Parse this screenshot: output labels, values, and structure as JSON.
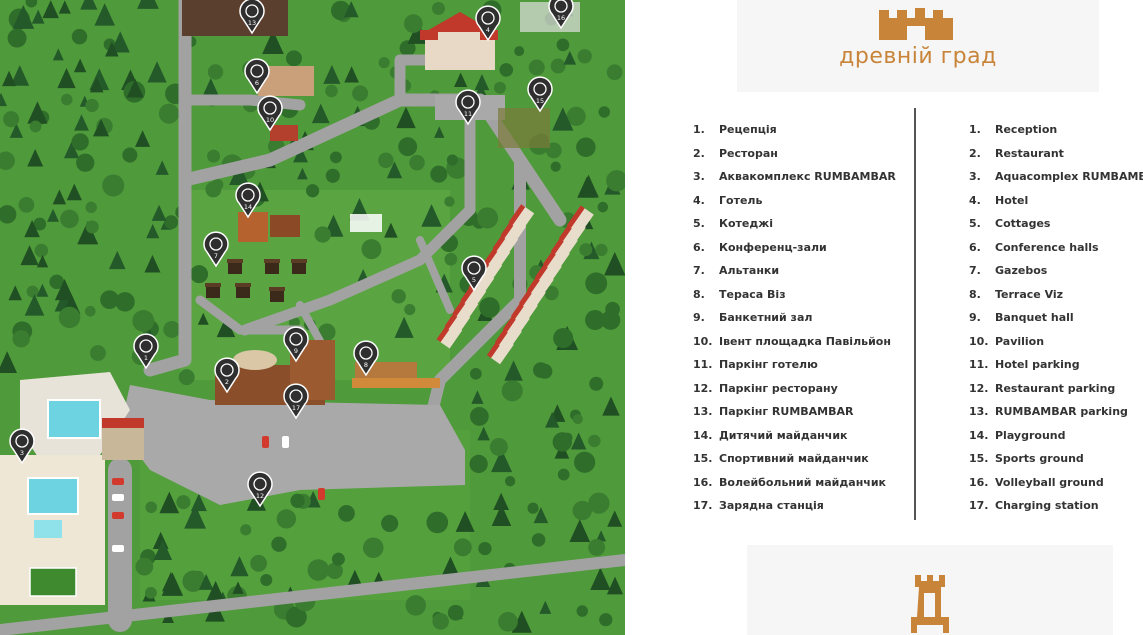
{
  "brand": {
    "name": "древній град",
    "color": "#c8853a",
    "logo_icon": "castle-wall-icon",
    "bottom_icon": "d-letter-tower-icon"
  },
  "legend_ua": [
    {
      "num": "1.",
      "label": "Рецепція"
    },
    {
      "num": "2.",
      "label": "Ресторан"
    },
    {
      "num": "3.",
      "label": "Аквакомплекс RUMBAMBAR"
    },
    {
      "num": "4.",
      "label": "Готель"
    },
    {
      "num": "5.",
      "label": "Котеджі"
    },
    {
      "num": "6.",
      "label": "Конференц-зали"
    },
    {
      "num": "7.",
      "label": "Альтанки"
    },
    {
      "num": "8.",
      "label": "Тераса Віз"
    },
    {
      "num": "9.",
      "label": "Банкетний зал"
    },
    {
      "num": "10.",
      "label": "Івент площадка Павільйон"
    },
    {
      "num": "11.",
      "label": "Паркінг готелю"
    },
    {
      "num": "12.",
      "label": "Паркінг ресторану"
    },
    {
      "num": "13.",
      "label": "Паркінг RUMBAMBAR"
    },
    {
      "num": "14.",
      "label": "Дитячий майданчик"
    },
    {
      "num": "15.",
      "label": "Спортивний майданчик"
    },
    {
      "num": "16.",
      "label": "Волейбольний майданчик"
    },
    {
      "num": "17.",
      "label": "Зарядна станція"
    }
  ],
  "legend_en": [
    {
      "num": "1.",
      "label": "Reception"
    },
    {
      "num": "2.",
      "label": "Restaurant"
    },
    {
      "num": "3.",
      "label": "Aquacomplex RUMBAMBAR"
    },
    {
      "num": "4.",
      "label": "Hotel"
    },
    {
      "num": "5.",
      "label": "Cottages"
    },
    {
      "num": "6.",
      "label": "Conference halls"
    },
    {
      "num": "7.",
      "label": "Gazebos"
    },
    {
      "num": "8.",
      "label": "Terrace Viz"
    },
    {
      "num": "9.",
      "label": "Banquet hall"
    },
    {
      "num": "10.",
      "label": "Pavilion"
    },
    {
      "num": "11.",
      "label": "Hotel parking"
    },
    {
      "num": "12.",
      "label": "Restaurant parking"
    },
    {
      "num": "13.",
      "label": "RUMBAMBAR parking"
    },
    {
      "num": "14.",
      "label": "Playground"
    },
    {
      "num": "15.",
      "label": "Sports ground"
    },
    {
      "num": "16.",
      "label": "Volleyball ground"
    },
    {
      "num": "17.",
      "label": "Charging station"
    }
  ],
  "map": {
    "markers": [
      {
        "num": "1",
        "icon": "reception-bell-icon"
      },
      {
        "num": "2",
        "icon": "restaurant-cutlery-icon"
      },
      {
        "num": "3",
        "icon": "pool-ladder-icon"
      },
      {
        "num": "4",
        "icon": "hotel-building-icon"
      },
      {
        "num": "5",
        "icon": "cottage-house-icon"
      },
      {
        "num": "6",
        "icon": "conference-screen-icon"
      },
      {
        "num": "7",
        "icon": "gazebo-icon"
      },
      {
        "num": "8",
        "icon": "terrace-cart-icon"
      },
      {
        "num": "9",
        "icon": "banquet-cloche-icon"
      },
      {
        "num": "10",
        "icon": "pavilion-tent-icon"
      },
      {
        "num": "11",
        "icon": "parking-icon"
      },
      {
        "num": "12",
        "icon": "parking-icon"
      },
      {
        "num": "13",
        "icon": "parking-icon"
      },
      {
        "num": "14",
        "icon": "playground-icon"
      },
      {
        "num": "15",
        "icon": "sports-icon"
      },
      {
        "num": "16",
        "icon": "volleyball-icon"
      },
      {
        "num": "17",
        "icon": "charging-battery-icon"
      }
    ],
    "colors": {
      "grass": "#4f9a3a",
      "road": "#9a9a9a",
      "roof": "#c0392b",
      "marker": "#2f2f2f",
      "pool": "#6ed3e0"
    }
  }
}
